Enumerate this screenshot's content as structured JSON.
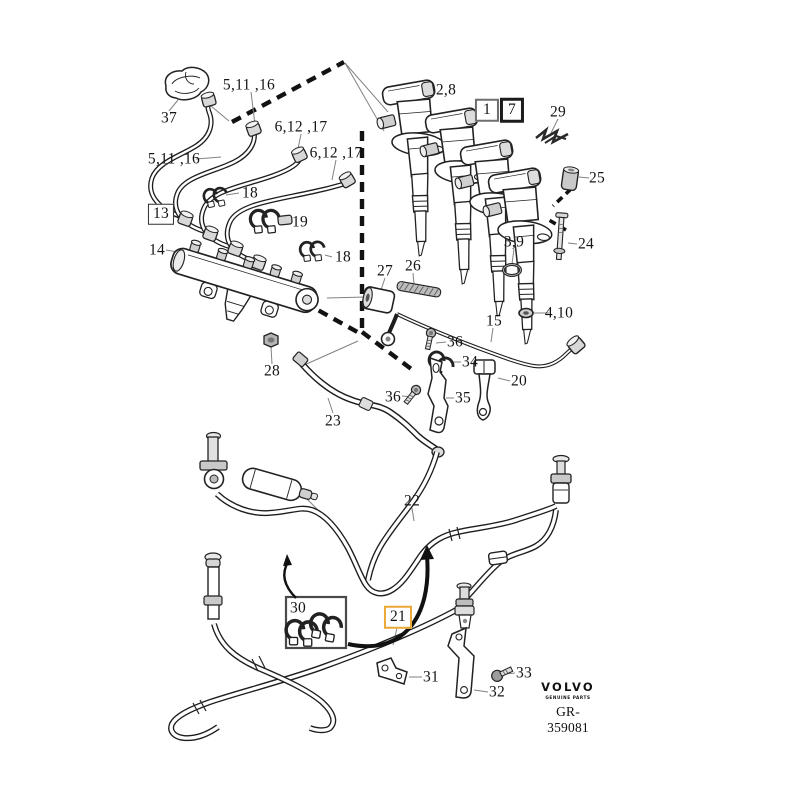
{
  "diagram": {
    "type": "parts-exploded-diagram",
    "labels": {
      "n37": "37",
      "n5_11_16_top": "5,11 ,16",
      "n6_12_17_a": "6,12 ,17",
      "n6_12_17_b": "6,12 ,17",
      "n5_11_16_left": "5,11 ,16",
      "n18_a": "18",
      "n13": "13",
      "n19": "19",
      "n14": "14",
      "n18_b": "18",
      "n28": "28",
      "n23": "23",
      "n2_8": "2,8",
      "n1": "1",
      "n7": "7",
      "n29": "29",
      "n25": "25",
      "n24": "24",
      "n3_9": "3,9",
      "n27": "27",
      "n26": "26",
      "n4_10": "4,10",
      "n15": "15",
      "n36_a": "36",
      "n34": "34",
      "n20": "20",
      "n36_b": "36",
      "n35": "35",
      "n22": "22",
      "n30": "30",
      "n21": "21",
      "n31": "31",
      "n33": "33",
      "n32": "32"
    },
    "highlighted_label": "21",
    "colors": {
      "highlight": "#ECA836",
      "ink": "#1a1a1a",
      "leader": "#828282"
    },
    "brand": {
      "wordmark": "VOLVO",
      "tagline": "GENUINE PARTS",
      "drawing_number": "GR-359081"
    }
  }
}
